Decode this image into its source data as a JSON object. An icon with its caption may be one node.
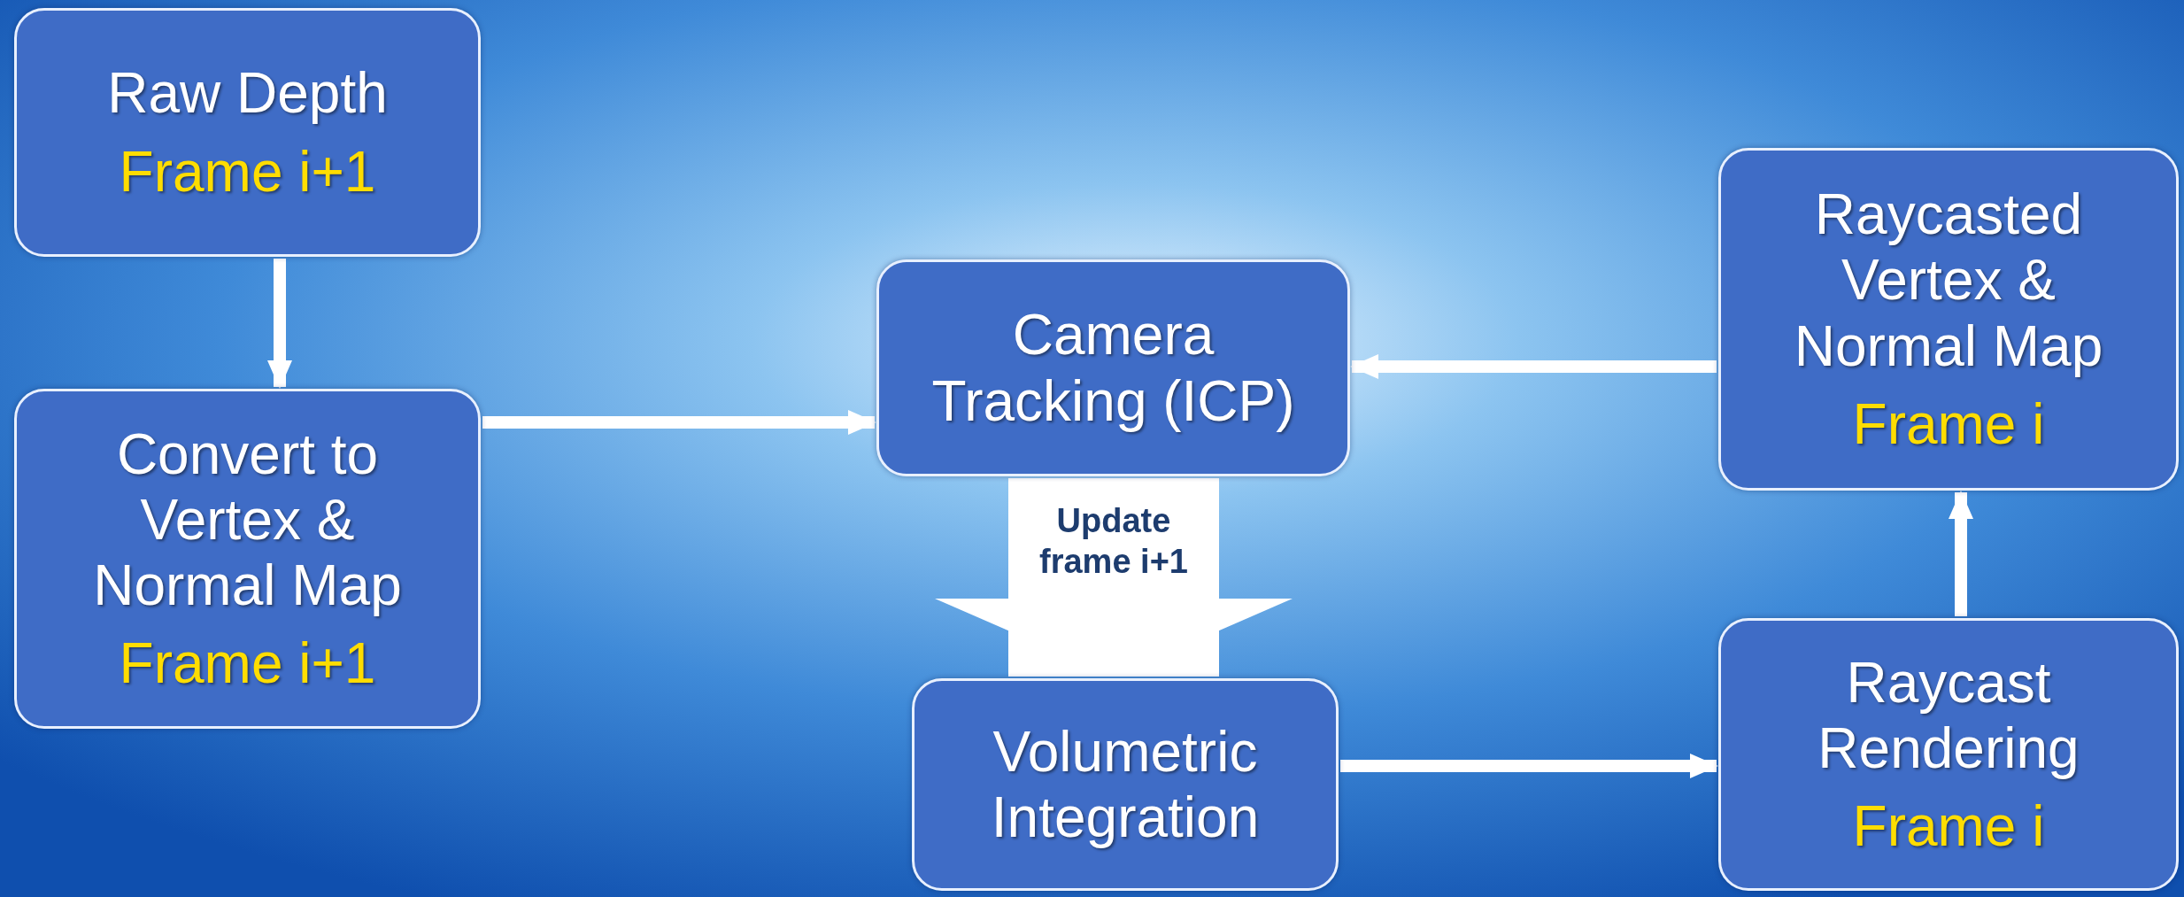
{
  "diagram": {
    "nodes": [
      {
        "text": [
          "Raw Depth",
          "Frame i+1"
        ]
      },
      {
        "text": [
          "Convert to Vertex & Normal Map",
          "Frame i+1"
        ]
      },
      {
        "text": [
          "Camera Tracking (ICP)"
        ]
      },
      {
        "text": [
          "Volumetric Integration"
        ]
      },
      {
        "text": [
          "Raycast Rendering",
          "Frame i"
        ]
      },
      {
        "text": [
          "Raycasted Vertex & Normal Map",
          "Frame i"
        ]
      }
    ],
    "edges": [
      {
        "from": 0,
        "to": 1,
        "arrow": "to"
      },
      {
        "from": 1,
        "to": 2,
        "arrow": "to"
      },
      {
        "from": 5,
        "to": 2,
        "arrow": "to"
      },
      {
        "from": 2,
        "to": 3,
        "arrow": "to",
        "label": "Update frame i+1",
        "style": "thick"
      },
      {
        "from": 3,
        "to": 4,
        "arrow": "to"
      },
      {
        "from": 4,
        "to": 5,
        "arrow": "to"
      }
    ]
  }
}
